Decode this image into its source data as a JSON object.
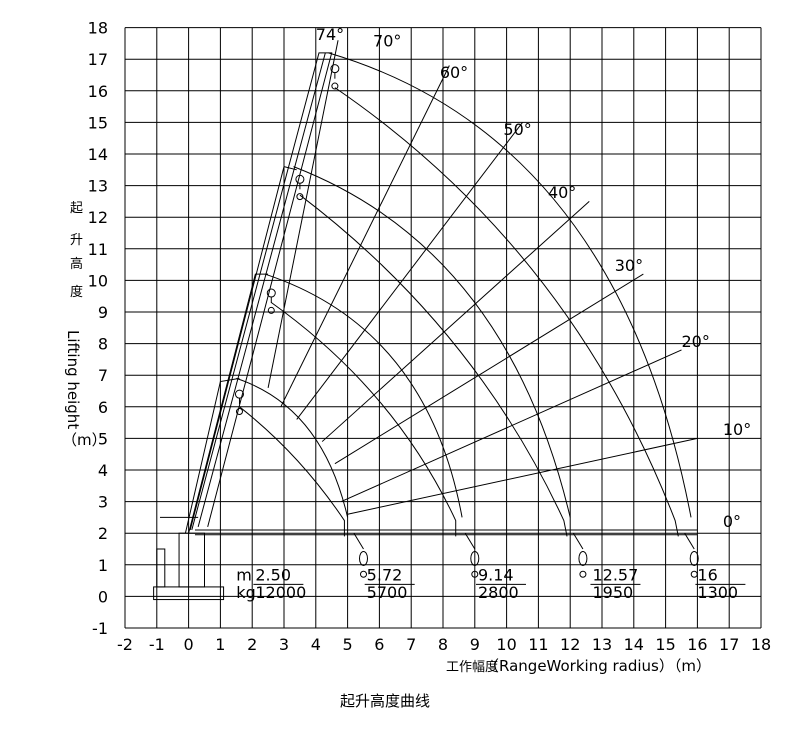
{
  "caption": "起升高度曲线",
  "axes": {
    "x_ticks": [
      "-2",
      "-1",
      "0",
      "1",
      "2",
      "3",
      "4",
      "5",
      "6",
      "7",
      "8",
      "9",
      "10",
      "11",
      "12",
      "13",
      "14",
      "15",
      "16",
      "17",
      "18"
    ],
    "y_ticks": [
      "-1",
      "0",
      "1",
      "2",
      "3",
      "4",
      "5",
      "6",
      "7",
      "8",
      "9",
      "10",
      "11",
      "12",
      "13",
      "14",
      "15",
      "16",
      "17",
      "18"
    ],
    "x_label_cn": "工作幅度",
    "x_label": "（RangeWorking radius）（m）",
    "y_label_cn": [
      "起",
      "升",
      "高",
      "度"
    ],
    "y_label": "Lifting height",
    "y_unit": "（m）"
  },
  "boom_angles": [
    "74°",
    "70°",
    "60°",
    "50°",
    "40°",
    "30°",
    "20°",
    "10°",
    "0°"
  ],
  "load_table": {
    "unit_m": "m",
    "unit_kg": "kg",
    "points": [
      {
        "radius": "2.50",
        "load": "12000"
      },
      {
        "radius": "5.72",
        "load": "5700"
      },
      {
        "radius": "9.14",
        "load": "2800"
      },
      {
        "radius": "12.57",
        "load": "1950"
      },
      {
        "radius": "16",
        "load": "1300"
      }
    ]
  }
}
